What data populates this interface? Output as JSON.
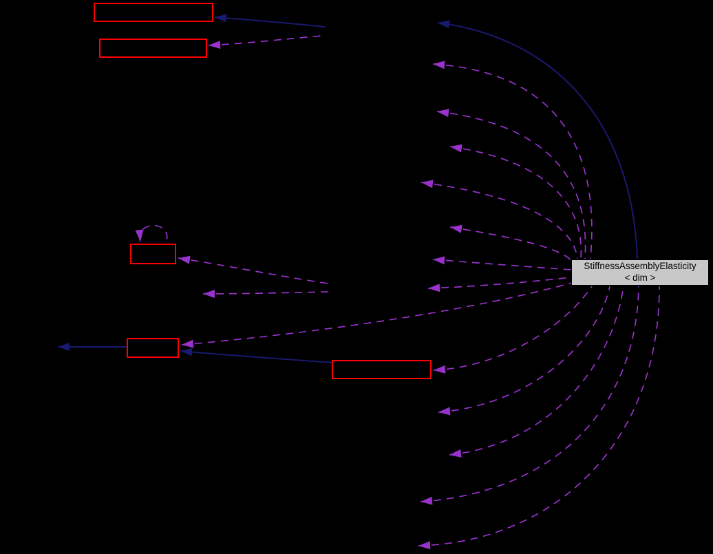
{
  "diagram": {
    "kind": "collaboration-graph",
    "main_node": {
      "label_line1": "StiffnessAssemblyElasticity",
      "label_line2": "< dim >"
    },
    "colors": {
      "background": "#000000",
      "node_fill": "#c8c8c8",
      "node_border": "#000000",
      "node_text": "#000000",
      "related_box_border": "#ff0000",
      "inheritance_edge": "#191970",
      "usage_edge": "#9932cc"
    }
  }
}
